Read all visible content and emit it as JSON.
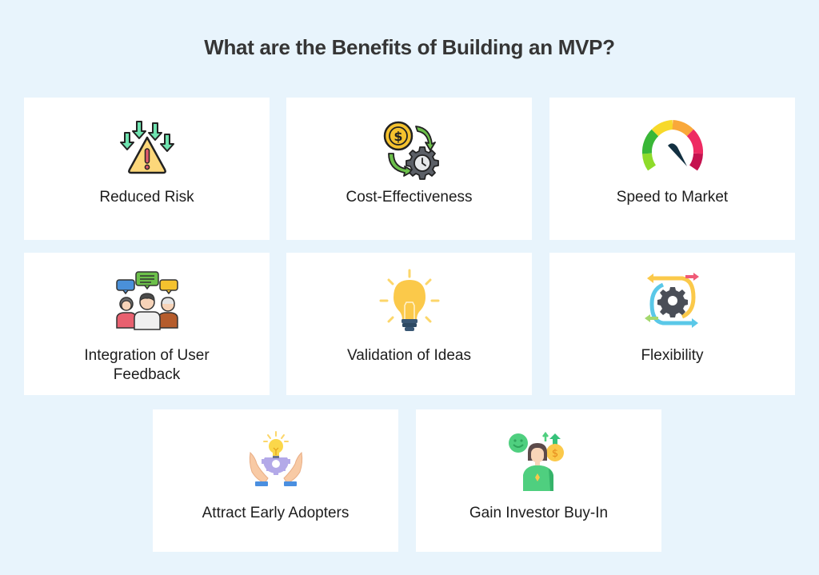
{
  "page": {
    "title": "What are the Benefits of Building an MVP?"
  },
  "colors": {
    "background": "#e8f4fc",
    "card": "#ffffff",
    "title": "#353535",
    "label": "#1d1d1d"
  },
  "cards": [
    {
      "label": "Reduced Risk",
      "icon": "warning-arrows-down-icon"
    },
    {
      "label": "Cost-Effectiveness",
      "icon": "coin-gear-cycle-icon"
    },
    {
      "label": "Speed to Market",
      "icon": "speedometer-icon"
    },
    {
      "label": "Integration of User Feedback",
      "icon": "users-chat-bubbles-icon"
    },
    {
      "label": "Validation of Ideas",
      "icon": "lightbulb-icon"
    },
    {
      "label": "Flexibility",
      "icon": "gear-arrows-icon"
    },
    {
      "label": "Attract Early Adopters",
      "icon": "hands-lightbulb-gear-icon"
    },
    {
      "label": "Gain Investor Buy-In",
      "icon": "investor-growth-icon"
    }
  ]
}
